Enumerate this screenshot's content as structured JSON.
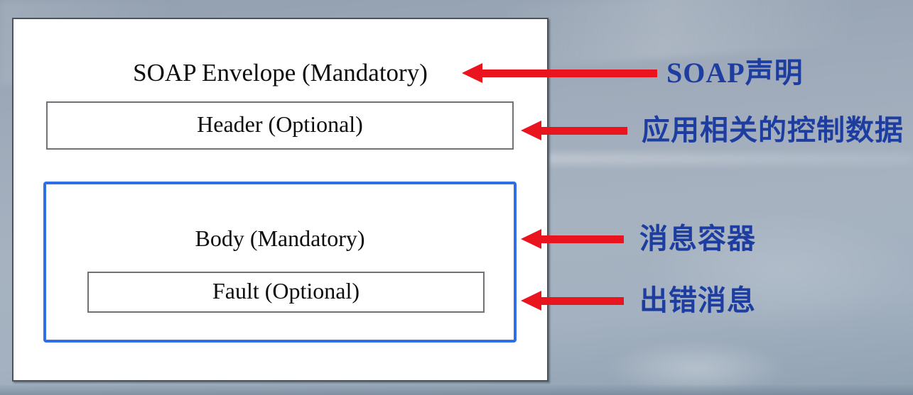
{
  "diagram": {
    "envelope_label": "SOAP Envelope (Mandatory)",
    "header_label": "Header (Optional)",
    "body_label": "Body (Mandatory)",
    "fault_label": "Fault (Optional)"
  },
  "callouts": [
    {
      "target": "envelope",
      "label": "SOAP声明"
    },
    {
      "target": "header",
      "label": "应用相关的控制数据"
    },
    {
      "target": "body",
      "label": "消息容器"
    },
    {
      "target": "fault",
      "label": "出错消息"
    }
  ],
  "colors": {
    "arrow_red": "#e9141d",
    "body_border_blue": "#2e6fe8",
    "callout_text_blue": "#1e3da0",
    "box_border_gray": "#6f7378",
    "background_bluegray": "#9fabba"
  }
}
